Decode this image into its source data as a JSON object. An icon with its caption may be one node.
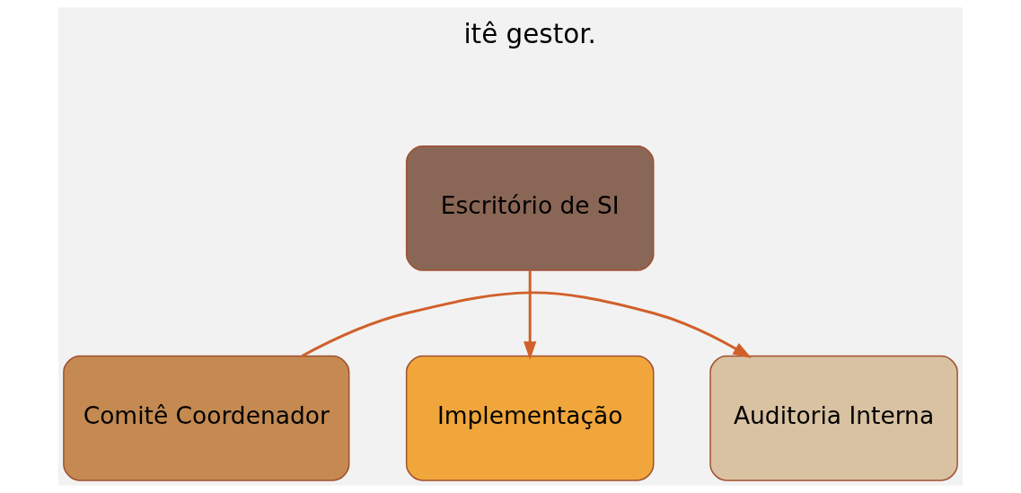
{
  "diagram": {
    "nodes": [
      {
        "text": [
          "Escritório de SI"
        ]
      },
      {
        "text": [
          "Comitê Coordenador"
        ]
      },
      {
        "text": [
          "Implementação"
        ]
      },
      {
        "text": [
          "Auditoria Interna"
        ]
      }
    ],
    "edges": [
      {
        "from": 0,
        "to": 2,
        "arrow": "to"
      },
      {
        "from": 1,
        "to": 3,
        "arrow": "to"
      }
    ],
    "labels": [
      "itê gestor."
    ]
  }
}
